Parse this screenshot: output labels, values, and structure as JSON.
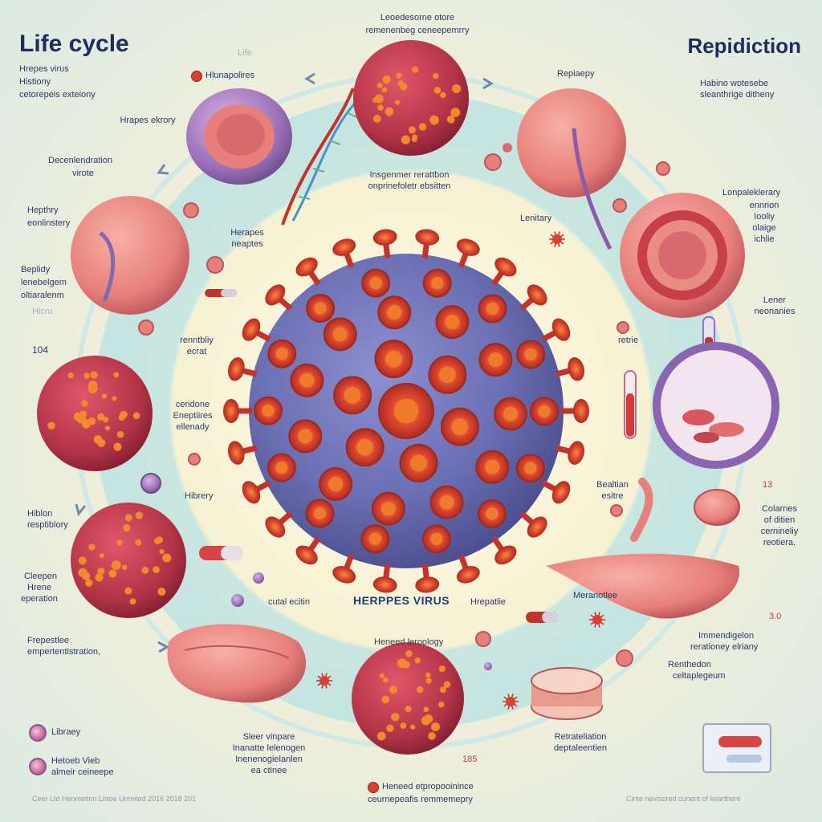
{
  "titles": {
    "left": "Life cycle",
    "right": "Repidiction",
    "center": "HERPPES VIRUS"
  },
  "labels": {
    "top_left_sub_1": "Hrepes virus",
    "top_left_sub_2": "Histiony",
    "top_left_sub_3": "cetorepeis exteiony",
    "top_small_life": "Life",
    "top_hlunapolires": "Hlunapolires",
    "top_center_1": "Leoedesorne otore",
    "top_center_2": "remenenbeg ceneepemrry",
    "herpes_ekrory": "Hrapes ekrory",
    "decontentiation": "Decenlendration",
    "decontentiation_sub": "virote",
    "hepthry": "Hepthry",
    "hepthry_sub": "eonlinstery",
    "beplidy": "Beplidy",
    "beplidy_sub_1": "lenebelgem",
    "beplidy_sub_2": "oltiaralenm",
    "hicru": "Hicru",
    "num_104": "104",
    "center_upper_1": "Insgenmer rerattbon",
    "center_upper_2": "onprinefoletr ebsitten",
    "herapes_neoptes_1": "Herapes",
    "herapes_neoptes_2": "neaptes",
    "rennttbiy": "renntbliy",
    "rennttbiy_sub": "ecrat",
    "ceridone": "ceridone",
    "ceridone_sub_1": "Eneptiires",
    "ceridone_sub_2": "ellenady",
    "hibrery_mid": "Hibrery",
    "hiblon": "Hiblon",
    "hiblon_sub": "resptiblory",
    "cleepen": "Cleepen",
    "cleepen_sub_1": "Hrene",
    "cleepen_sub_2": "eperation",
    "frepestlee": "Frepestlee",
    "frepestlee_sub": "empertentistration,",
    "cutal_ecitin": "cutal ecitin",
    "hroepatte": "Hrepatlie",
    "herenad_lerooloey": "Heneed leroology",
    "right_repiaepy": "Repiaepy",
    "right_habine_1": "Habino wotesebe",
    "right_habine_2": "sleanthrige ditheny",
    "lenitary": "Lenitary",
    "lonpaleklerary": "Lonpaleklerary",
    "lonpaleklerary_sub_1": "ennrion",
    "lonpaleklerary_sub_2": "Iooliy",
    "lonpaleklerary_sub_3": "olaige",
    "lonpaleklerary_sub_4": "ichlie",
    "lener_neonanies_1": "Lener",
    "lener_neonanies_2": "neonanies",
    "retrie": "retrie",
    "bealtian": "Bealtian",
    "bealtian_sub": "esitre",
    "num_13": "13",
    "colarnes": "Colarnes",
    "colarnes_sub_1": "of ditien",
    "colarnes_sub_2": "cernineliy",
    "colarnes_sub_3": "reotiera,",
    "meranotlee": "Meranotlee",
    "num_30": "3.0",
    "immendigelon": "Immendigelon",
    "immendigelon_sub": "rerationey elriany",
    "renthedon": "Renthedon",
    "renthedon_sub": "celtaplegeum",
    "bottom_center_1": "Sleer vinpare",
    "bottom_center_2": "Inanatte lelenogen",
    "bottom_center_3": "Inenenogielanlen",
    "bottom_center_4": "ea ctinee",
    "num_185": "185",
    "bottom_heneed_1": "Heneed etpropooinince",
    "bottom_heneed_2": "ceurnepeafis remmemepry",
    "retrateliation": "Retrateliation",
    "retrateliation_sub": "deptaleentien",
    "legend_1": "Libraey",
    "legend_2": "Hetoeb Vieb",
    "legend_2_sub": "almeir ceineepe",
    "footer_left": "Ceer Ltd Henmetinn Lhtoe Unmited 2016 2018 201",
    "footer_right": "Cinte nevisored cunent of kearthere"
  },
  "colors": {
    "background": "#f3efd8",
    "ring": "#bfe3e0",
    "virus_core": "#6b6fb3",
    "spike": "#d9412e",
    "cell_red": "#c23f4f",
    "cell_pink": "#e88a86",
    "membrane_purple": "#9a6fb8",
    "text": "#2c3a6b"
  }
}
